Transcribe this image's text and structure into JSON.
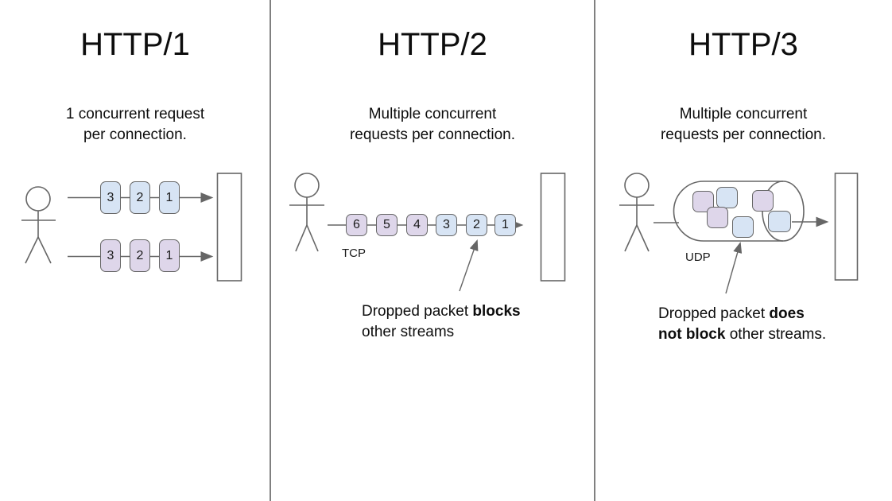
{
  "theme": {
    "bg": "#ffffff",
    "text": "#111111",
    "stroke": "#666666",
    "divider": "#808080",
    "packet_blue": "#d7e4f4",
    "packet_purple": "#ded6ea"
  },
  "columns": [
    {
      "title": "HTTP/1",
      "subtitle": [
        "1 concurrent request",
        "per connection."
      ],
      "rows": [
        {
          "color": "blue",
          "labels": [
            "3",
            "2",
            "1"
          ]
        },
        {
          "color": "purple",
          "labels": [
            "3",
            "2",
            "1"
          ]
        }
      ]
    },
    {
      "title": "HTTP/2",
      "subtitle": [
        "Multiple concurrent",
        "requests per connection."
      ],
      "protocol": "TCP",
      "packets": [
        {
          "label": "6",
          "color": "purple"
        },
        {
          "label": "5",
          "color": "purple"
        },
        {
          "label": "4",
          "color": "purple"
        },
        {
          "label": "3",
          "color": "blue"
        },
        {
          "label": "2",
          "color": "blue"
        },
        {
          "label": "1",
          "color": "blue"
        }
      ],
      "annotation": {
        "normal1": "Dropped packet ",
        "bold1": "blocks",
        "line2": "other streams"
      }
    },
    {
      "title": "HTTP/3",
      "subtitle": [
        "Multiple concurrent",
        "requests per connection."
      ],
      "protocol": "UDP",
      "packet_colors": [
        "purple",
        "blue",
        "purple",
        "blue",
        "purple",
        "blue"
      ],
      "annotation": {
        "normal1": "Dropped packet ",
        "bold1": "does",
        "bold2": "not block",
        "normal2": " other streams."
      }
    }
  ]
}
